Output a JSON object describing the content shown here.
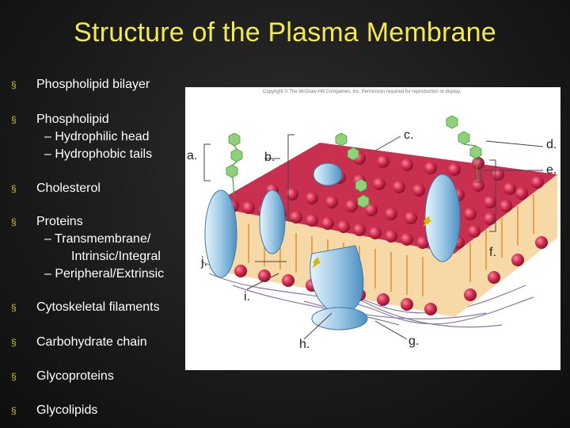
{
  "title": "Structure of the Plasma Membrane",
  "bullet_marker": "§",
  "bullets": [
    {
      "label": "Phospholipid bilayer"
    },
    {
      "label": "Phospholipid",
      "subs": [
        "– Hydrophilic head",
        "– Hydrophobic tails"
      ]
    },
    {
      "label": "Cholesterol"
    },
    {
      "label": "Proteins",
      "subs": [
        "– Transmembrane/",
        "Intrinsic/Integral",
        "– Peripheral/Extrinsic"
      ]
    },
    {
      "label": "Cytoskeletal filaments"
    },
    {
      "label": "Carbohydrate chain"
    },
    {
      "label": "Glycoproteins"
    },
    {
      "label": "Glycolipids"
    }
  ],
  "figure": {
    "copyright": "Copyright © The McGraw-Hill Companies, Inc. Permission required for reproduction or display.",
    "labels": {
      "a": "a.",
      "b": "b.",
      "c": "c.",
      "d": "d.",
      "e": "e.",
      "f": "f.",
      "g": "g.",
      "h": "h.",
      "i": "i.",
      "j": "j."
    }
  },
  "colors": {
    "title": "#f2e94e",
    "bullet_marker": "#c9c02a",
    "text": "#ffffff",
    "background": "#1a1a1a"
  }
}
